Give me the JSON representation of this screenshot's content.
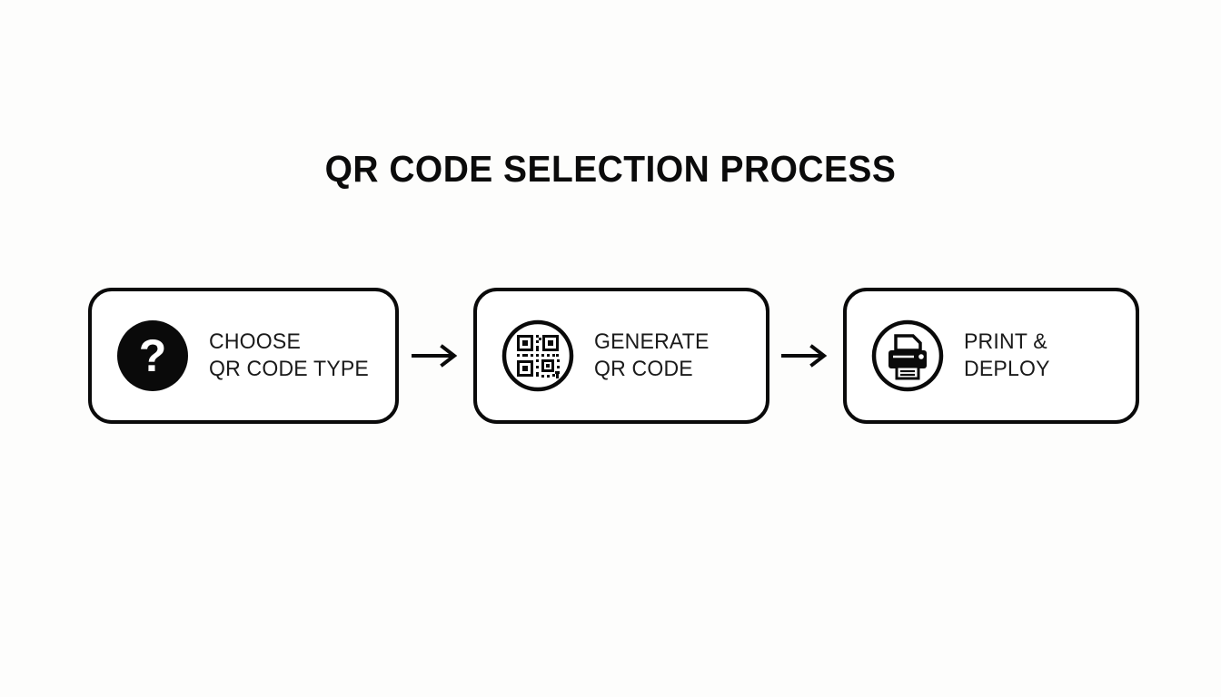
{
  "diagram": {
    "title": "QR CODE SELECTION PROCESS",
    "background_color": "#fdfdfc",
    "line_color": "#0a0a0a",
    "text_color": "#1a1a1a",
    "steps": [
      {
        "index": 1,
        "icon": "question-mark-circle-icon",
        "icon_style": "filled",
        "label_line1": "CHOOSE",
        "label_line2": "QR CODE TYPE"
      },
      {
        "index": 2,
        "icon": "qr-code-circle-icon",
        "icon_style": "outline",
        "label_line1": "GENERATE",
        "label_line2": "QR CODE"
      },
      {
        "index": 3,
        "icon": "printer-circle-icon",
        "icon_style": "outline",
        "label_line1": "PRINT &",
        "label_line2": "DEPLOY"
      }
    ],
    "connectors": [
      {
        "from": 1,
        "to": 2,
        "type": "arrow-right"
      },
      {
        "from": 2,
        "to": 3,
        "type": "arrow-right"
      }
    ]
  }
}
